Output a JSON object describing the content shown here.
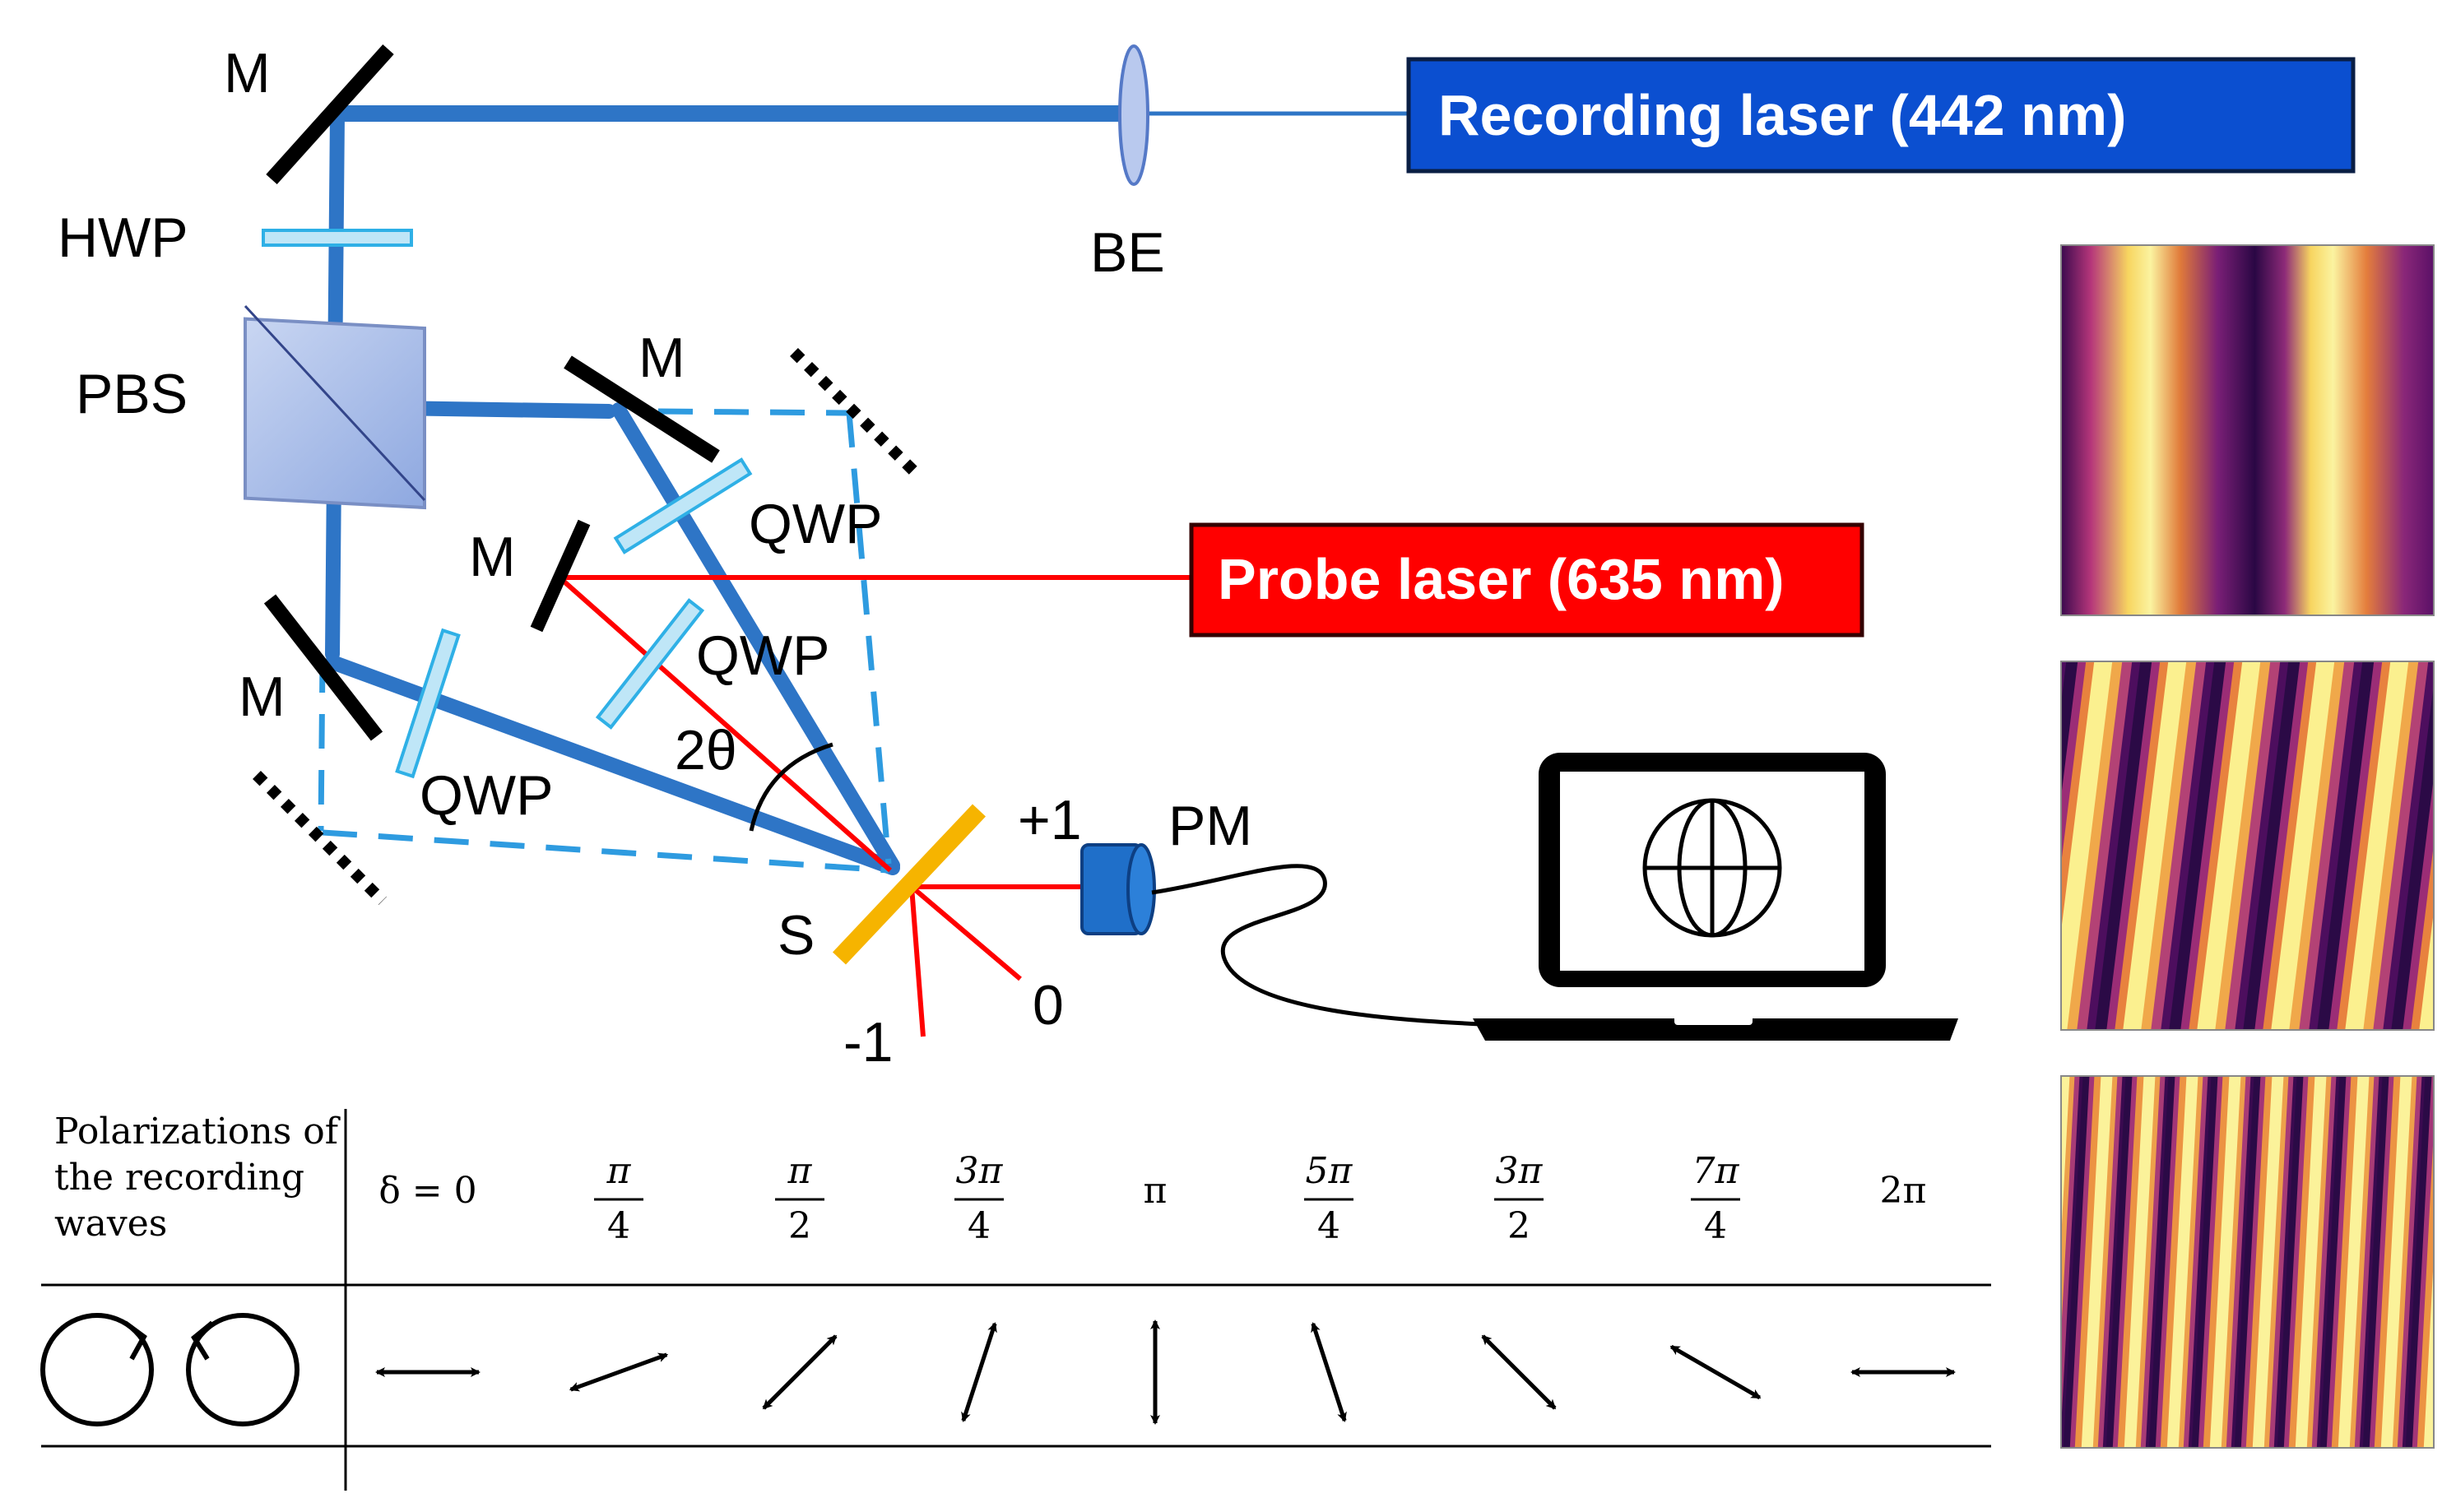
{
  "labels": {
    "mirror": "M",
    "hwp": "HWP",
    "pbs": "PBS",
    "qwp": "QWP",
    "be": "BE",
    "sample": "S",
    "pm": "PM",
    "angle": "2θ",
    "order_plus1": "+1",
    "order_zero": "0",
    "order_minus1": "-1"
  },
  "lasers": {
    "recording": "Recording laser (442 nm)",
    "probe": "Probe laser (635 nm)"
  },
  "table": {
    "header": [
      "Polarizations of",
      "the recording",
      "waves"
    ],
    "deltas": [
      {
        "num": "δ = 0",
        "den": ""
      },
      {
        "num": "π",
        "den": "4"
      },
      {
        "num": "π",
        "den": "2"
      },
      {
        "num": "3π",
        "den": "4"
      },
      {
        "num": "π",
        "den": ""
      },
      {
        "num": "5π",
        "den": "4"
      },
      {
        "num": "3π",
        "den": "2"
      },
      {
        "num": "7π",
        "den": "4"
      },
      {
        "num": "2π",
        "den": ""
      }
    ],
    "polarization_angles_deg": [
      0,
      20,
      45,
      72,
      90,
      108,
      135,
      150,
      180
    ]
  },
  "colors": {
    "recording_beam": "#2e75c6",
    "recording_box": "#0b4fd0",
    "probe": "#ff0000",
    "sample": "#f6b400",
    "waveplate": "#bfe6f7",
    "pbs": "#9fb8e8"
  },
  "icons": [
    "globe-icon",
    "laptop-icon",
    "power-meter-icon"
  ]
}
